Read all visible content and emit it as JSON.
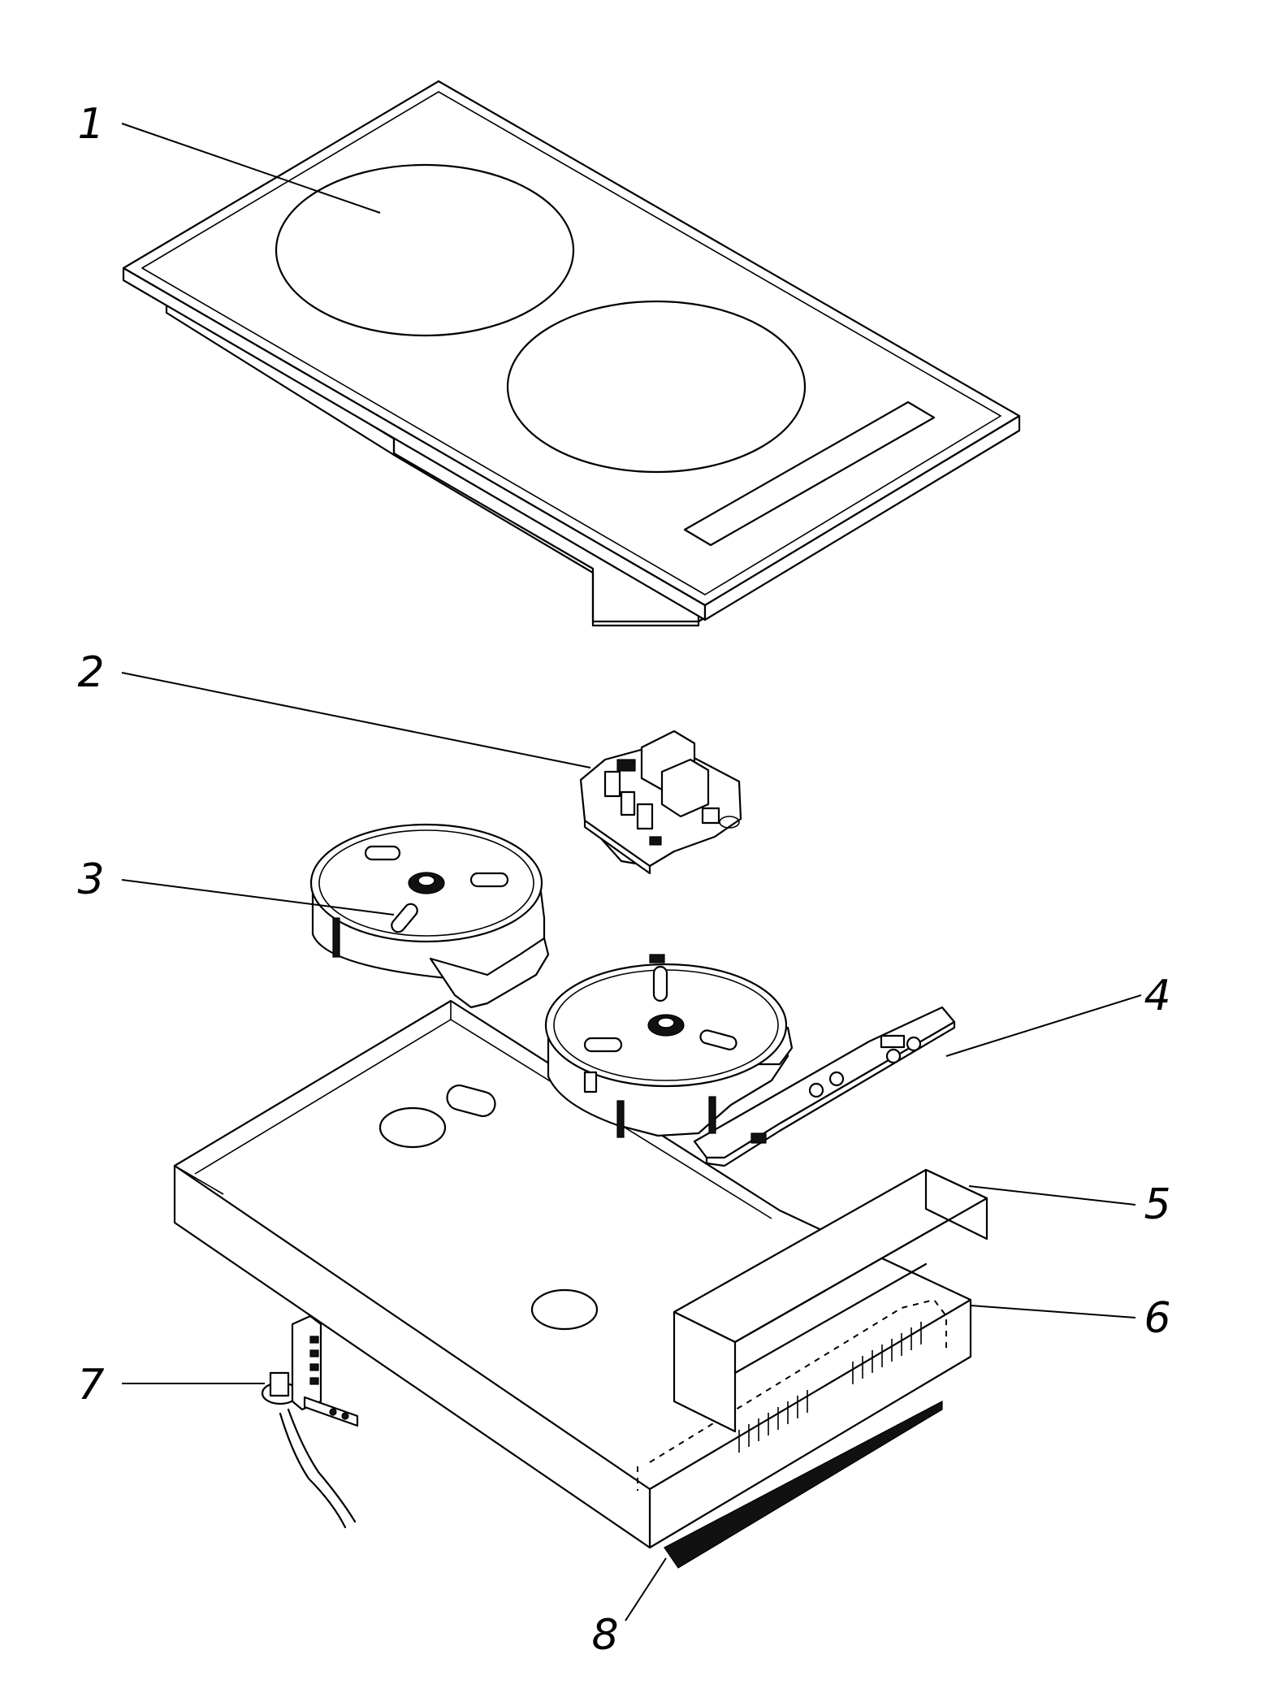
{
  "callouts": [
    {
      "id": "c1",
      "label": "1"
    },
    {
      "id": "c2",
      "label": "2"
    },
    {
      "id": "c3",
      "label": "3"
    },
    {
      "id": "c4",
      "label": "4"
    },
    {
      "id": "c5",
      "label": "5"
    },
    {
      "id": "c6",
      "label": "6"
    },
    {
      "id": "c7",
      "label": "7"
    },
    {
      "id": "c8",
      "label": "8"
    }
  ],
  "colors": {
    "stroke": "#000000",
    "background": "#ffffff"
  }
}
